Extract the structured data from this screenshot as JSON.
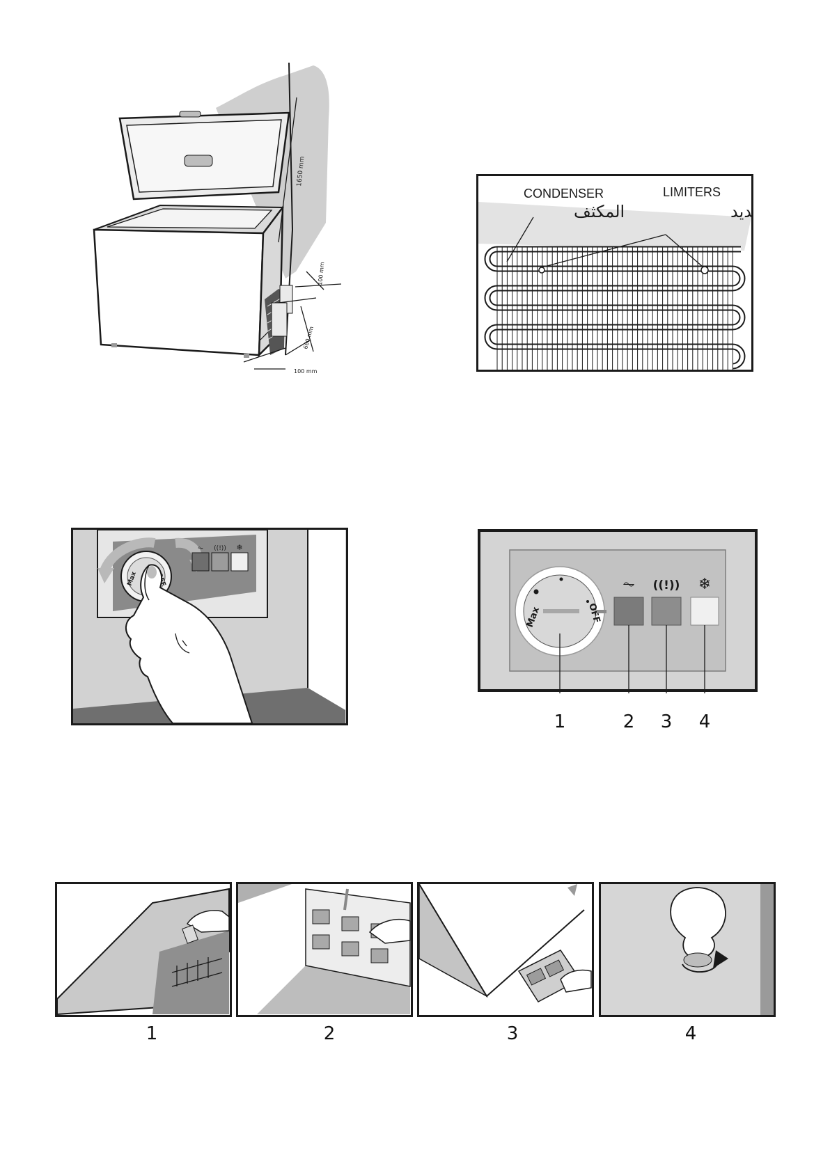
{
  "figures": {
    "freezer_dimensions": {
      "height_label": "1650 mm",
      "top_gap_label": "100 mm",
      "depth_label": "660 mm",
      "side_gap_label": "100 mm"
    },
    "condenser": {
      "condenser_label": "CONDENSER",
      "condenser_label_arabic": "المكثف",
      "limiters_label": "LIMITERS",
      "limiters_label_arabic": "نتوءات التحديد"
    },
    "thermostat_turning": {
      "dial_text_off": "OFF",
      "dial_text_max": "Max"
    },
    "control_panel": {
      "dial_text_off": "OFF",
      "dial_text_max": "Max",
      "indicator_symbols": [
        "⏦",
        "((!))",
        "❄"
      ],
      "callouts": [
        "1",
        "2",
        "3",
        "4"
      ]
    },
    "defrost_steps": {
      "step_numbers": [
        "1",
        "2",
        "3",
        "4"
      ]
    }
  },
  "colors": {
    "line": "#1a1a1a",
    "panel_gray": "#c8c8c8",
    "dark_gray": "#7a7a7a",
    "light_gray": "#dedede"
  }
}
